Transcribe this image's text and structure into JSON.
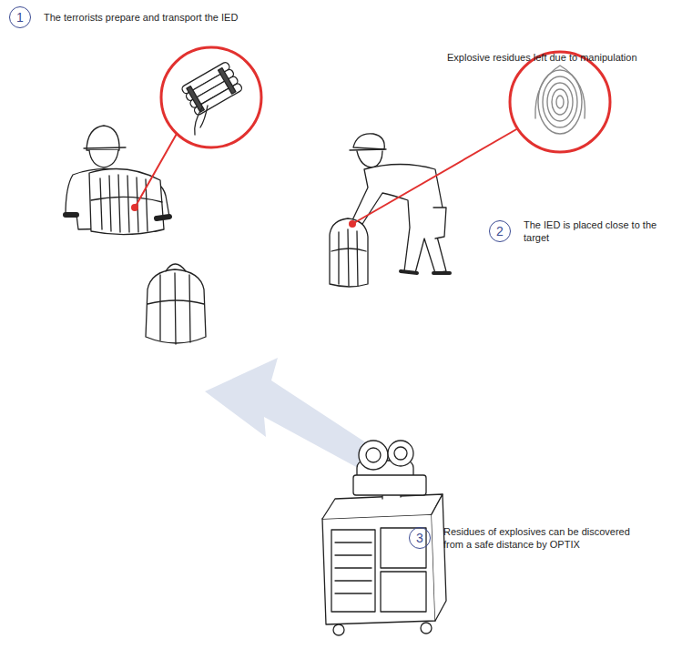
{
  "diagram": {
    "nodes": [
      {
        "text": [
          "1",
          "The terrorists prepare and transport the IED"
        ]
      },
      {
        "text": [
          "2",
          "The IED is placed close to the target"
        ]
      },
      {
        "text": [
          "3",
          "Residues of explosives can be discovered from a safe distance by OPTIX"
        ]
      }
    ],
    "labels": [
      "Explosive residues left due to manipulation"
    ]
  }
}
